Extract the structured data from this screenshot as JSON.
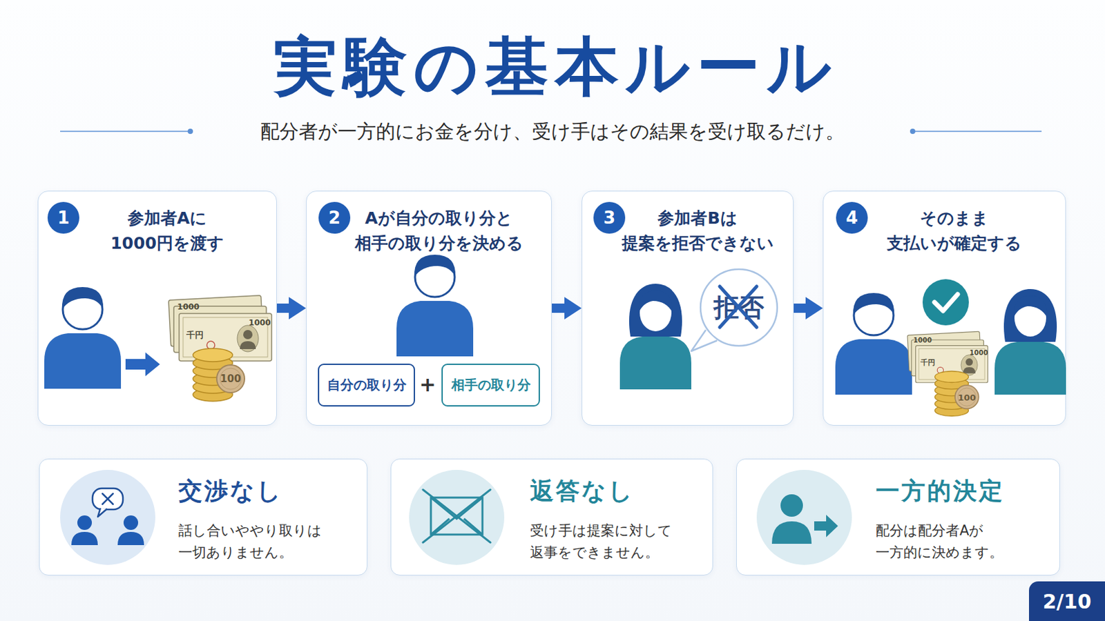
{
  "diagram": {
    "title": "実験の基本ルール",
    "nodes": [
      {
        "text": [
          "参加者Aに 1000円を渡す"
        ]
      },
      {
        "text": [
          "1"
        ],
        "in": 0
      },
      {
        "text": [
          "Aが自分の取り分と 相手の取り分を決める"
        ]
      },
      {
        "text": [
          "2"
        ],
        "in": 2
      },
      {
        "text": [
          "自分の取り分"
        ],
        "in": 2
      },
      {
        "text": [
          "相手の取り分"
        ],
        "in": 2
      },
      {
        "text": [
          "参加者Bは 提案を拒否できない"
        ]
      },
      {
        "text": [
          "3"
        ],
        "in": 6
      },
      {
        "text": [
          "拒否"
        ],
        "in": 6
      },
      {
        "text": [
          "そのまま 支払いが確定する"
        ]
      },
      {
        "text": [
          "4"
        ],
        "in": 9
      },
      {
        "text": [
          "交渉なし",
          "話し合いややり取りは 一切ありません。"
        ]
      },
      {
        "text": [
          "返答なし",
          "受け手は提案に対して 返事をできません。"
        ]
      },
      {
        "text": [
          "一方的決定",
          "配分は配分者Aが 一方的に決めます。"
        ]
      },
      {
        "text": [
          "2/10"
        ]
      }
    ],
    "edges": [
      {
        "from": 0,
        "to": 2,
        "arrow": "to"
      },
      {
        "from": 2,
        "to": 6,
        "arrow": "to"
      },
      {
        "from": 6,
        "to": 9,
        "arrow": "to"
      }
    ],
    "labels": [
      "配分者が一方的にお金を分け、受け手はその結果を受け取るだけ。",
      "+",
      "1000",
      "千円",
      "1000",
      "100",
      "1000",
      "千円",
      "1000",
      "100"
    ]
  }
}
